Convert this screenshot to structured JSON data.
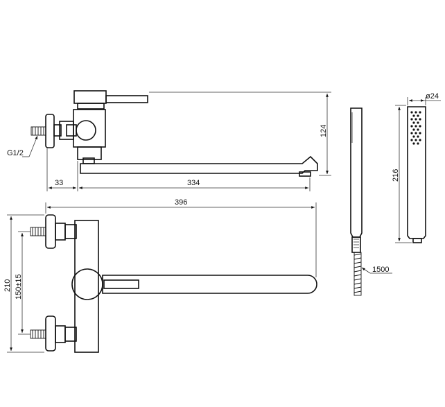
{
  "dimensions": {
    "thread": "G1/2",
    "inlet_offset": "33",
    "spout_length": "334",
    "overall_length": "396",
    "overall_height": "210",
    "wall_connection": "150±15",
    "side_height": "124",
    "handset_length": "216",
    "handset_diameter": "ø24",
    "hose_length": "1500"
  }
}
